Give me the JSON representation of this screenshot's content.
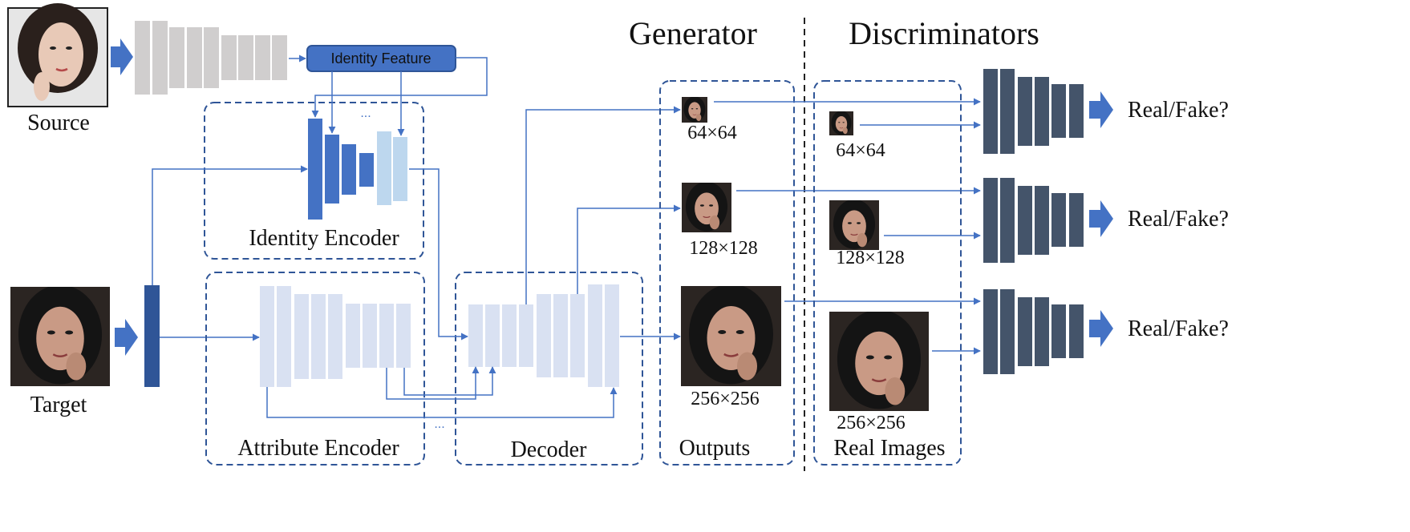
{
  "sections": {
    "generator": "Generator",
    "discriminators": "Discriminators"
  },
  "inputs": {
    "source": "Source",
    "target": "Target"
  },
  "identity_feature": "Identity Feature",
  "modules": {
    "identity_encoder": "Identity Encoder",
    "attribute_encoder": "Attribute Encoder",
    "decoder": "Decoder",
    "outputs": "Outputs",
    "real_images": "Real Images"
  },
  "ellipsis": "...",
  "resolutions": {
    "r64": "64×64",
    "r128": "128×128",
    "r256": "256×256"
  },
  "discriminator_output": "Real/Fake?",
  "colors": {
    "identity_block": "#4472c4",
    "identity_block_light": "#bdd7ee",
    "attribute_block": "#d9e1f2",
    "backbone_block": "#d0cece",
    "discriminator_block": "#44546a",
    "arrow": "#4472c4",
    "dashed_border": "#2f5597"
  },
  "icons": {
    "input_arrow": "block-arrow-right-icon",
    "output_arrow": "block-arrow-right-icon"
  }
}
